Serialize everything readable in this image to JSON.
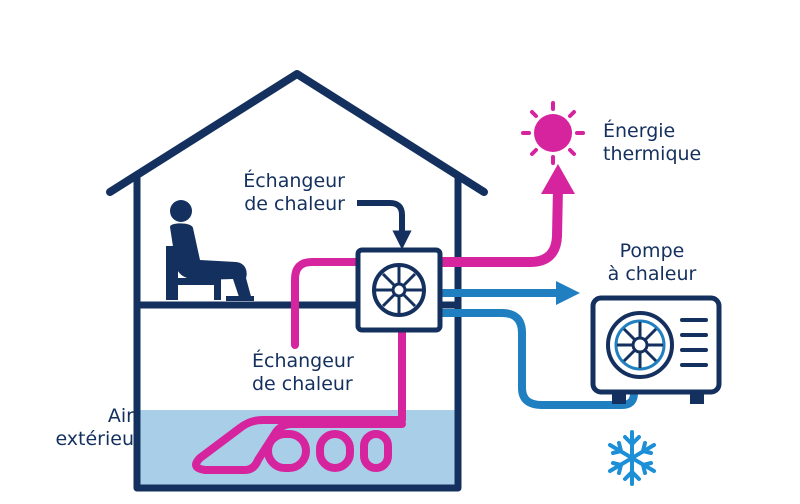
{
  "labels": {
    "exchanger_top": [
      "Échangeur",
      "de chaleur"
    ],
    "exchanger_bottom": [
      "Échangeur",
      "de chaleur"
    ],
    "energy": [
      "Énergie",
      "thermique"
    ],
    "heat_pump": [
      "Pompe",
      "à chaleur"
    ],
    "outside_air": [
      "Air",
      "extérieu"
    ]
  },
  "colors": {
    "navy": "#14305e",
    "magenta": "#d6249f",
    "blue": "#1f7fc0",
    "ground": "#a9cfe8",
    "snowflake": "#1d8fd6"
  },
  "icons": {
    "sun": "sun-icon",
    "snowflake": "snowflake-icon",
    "person": "seated-person-icon",
    "fan": "fan-icon"
  }
}
